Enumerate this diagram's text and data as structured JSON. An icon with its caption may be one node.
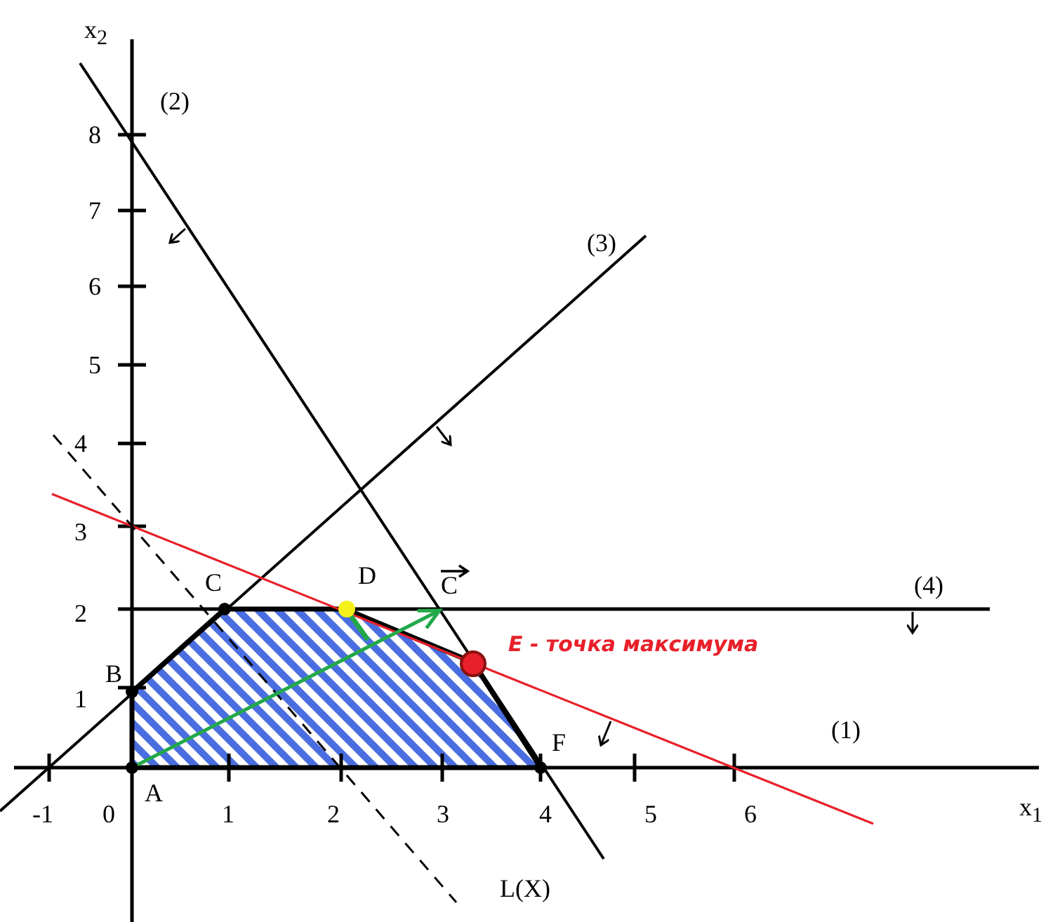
{
  "diagram": {
    "labels": [
      "x$_{2}$",
      "(2)",
      "8",
      "7",
      "(3)",
      "6",
      "5",
      "4",
      "3",
      "C",
      "D",
      "C",
      "(4)",
      "2",
      "E - точка максимума",
      "B",
      "1",
      "(1)",
      "F",
      "A",
      "-1",
      "0",
      "1",
      "2",
      "3",
      "4",
      "5",
      "6",
      "x$_{1}$",
      "L(X)"
    ]
  }
}
